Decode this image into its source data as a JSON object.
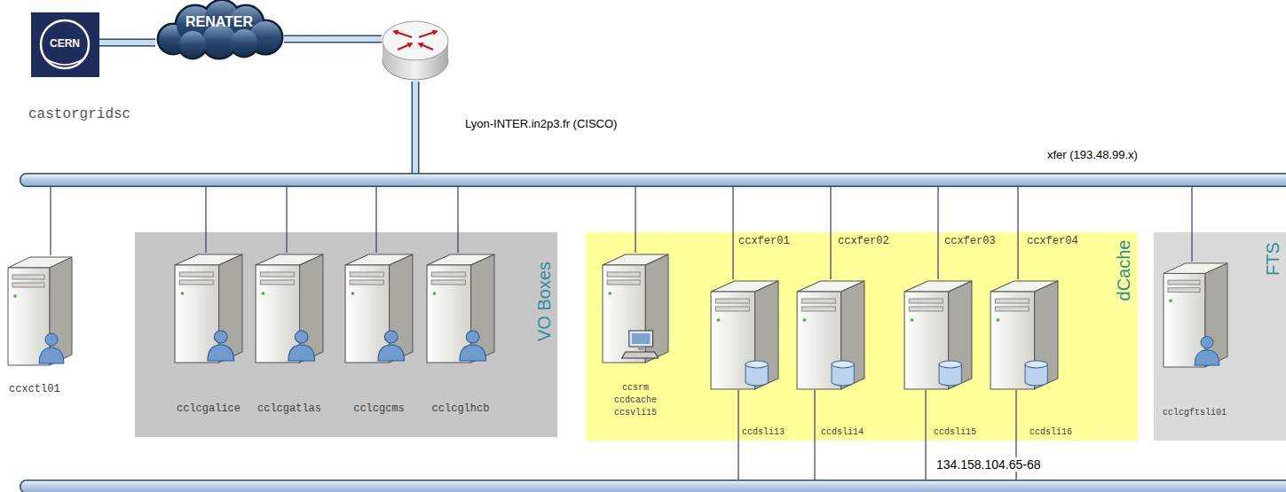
{
  "diagram": {
    "nodes": [
      {
        "text": [
          "CERN",
          "castorgridsc"
        ]
      },
      {
        "text": [
          "RENATER"
        ]
      },
      {
        "text": [
          "Lyon-INTER.in2p3.fr (CISCO)"
        ]
      },
      {
        "text": [
          "xfer (193.48.99.x)"
        ]
      },
      {
        "text": [
          "ccxctl01"
        ]
      },
      {
        "text": [
          "VO Boxes"
        ]
      },
      {
        "text": [
          "cclcgalice"
        ],
        "in": 5
      },
      {
        "text": [
          "cclcgatlas"
        ],
        "in": 5
      },
      {
        "text": [
          "cclcgcms"
        ],
        "in": 5
      },
      {
        "text": [
          "cclcglhcb"
        ],
        "in": 5
      },
      {
        "text": [
          "dCache"
        ]
      },
      {
        "text": [
          "ccsrm",
          "ccdcache",
          "ccsvli15"
        ],
        "in": 10
      },
      {
        "text": [
          "ccxfer01",
          "ccdsli13"
        ],
        "in": 10
      },
      {
        "text": [
          "ccxfer02",
          "ccdsli14"
        ],
        "in": 10
      },
      {
        "text": [
          "ccxfer03",
          "ccdsli15"
        ],
        "in": 10
      },
      {
        "text": [
          "ccxfer04",
          "ccdsli16"
        ],
        "in": 10
      },
      {
        "text": [
          "FTS"
        ]
      },
      {
        "text": [
          "cclcgftsli01"
        ],
        "in": 16
      },
      {
        "text": [
          "134.158.104.65-68"
        ]
      }
    ],
    "edges": [
      {
        "from": 0,
        "to": 1,
        "arrow": "none"
      },
      {
        "from": 1,
        "to": 2,
        "arrow": "none"
      },
      {
        "from": 2,
        "to": 3,
        "arrow": "none"
      },
      {
        "from": 4,
        "to": 3,
        "arrow": "none"
      },
      {
        "from": 6,
        "to": 3,
        "arrow": "none"
      },
      {
        "from": 7,
        "to": 3,
        "arrow": "none"
      },
      {
        "from": 8,
        "to": 3,
        "arrow": "none"
      },
      {
        "from": 9,
        "to": 3,
        "arrow": "none"
      },
      {
        "from": 11,
        "to": 3,
        "arrow": "none"
      },
      {
        "from": 12,
        "to": 3,
        "arrow": "none"
      },
      {
        "from": 13,
        "to": 3,
        "arrow": "none"
      },
      {
        "from": 14,
        "to": 3,
        "arrow": "none"
      },
      {
        "from": 15,
        "to": 3,
        "arrow": "none"
      },
      {
        "from": 17,
        "to": 3,
        "arrow": "none"
      },
      {
        "from": 12,
        "to": 18,
        "arrow": "none"
      },
      {
        "from": 13,
        "to": 18,
        "arrow": "none"
      },
      {
        "from": 14,
        "to": 18,
        "arrow": "none"
      },
      {
        "from": 15,
        "to": 18,
        "arrow": "none"
      }
    ]
  }
}
